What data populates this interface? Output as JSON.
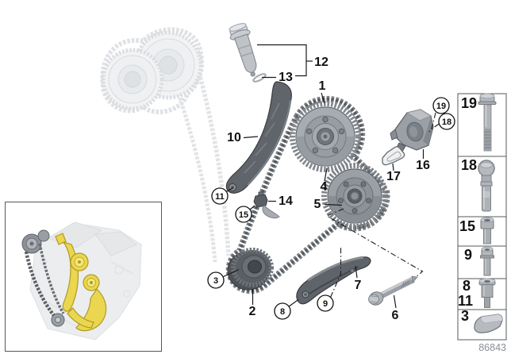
{
  "diagram": {
    "number": "86843",
    "callouts": {
      "plain": [
        "12",
        "13",
        "1",
        "10",
        "4",
        "5",
        "14",
        "2",
        "7",
        "6",
        "16",
        "17"
      ],
      "circled": [
        "11",
        "15",
        "3",
        "8",
        "9",
        "19",
        "18"
      ]
    },
    "legend_items": [
      {
        "labels": [
          "19"
        ],
        "icon": "hex-flange-bolt-long"
      },
      {
        "labels": [
          "18"
        ],
        "icon": "round-head-bolt-large"
      },
      {
        "labels": [
          "15"
        ],
        "icon": "socket-head-bolt"
      },
      {
        "labels": [
          "9"
        ],
        "icon": "socket-head-bolt-small"
      },
      {
        "labels": [
          "8",
          "11"
        ],
        "icon": "stepped-socket-bolt"
      },
      {
        "labels": [
          "3"
        ],
        "icon": "woodruff-key"
      }
    ],
    "colors": {
      "background": "#ffffff",
      "part_gray": "#9aa0a6",
      "part_dark": "#5d6268",
      "ghost_gray": "#d6d9dd",
      "highlight_yellow": "#e9d74f",
      "label_text": "#111111",
      "footer_text": "#8a8f94"
    }
  }
}
